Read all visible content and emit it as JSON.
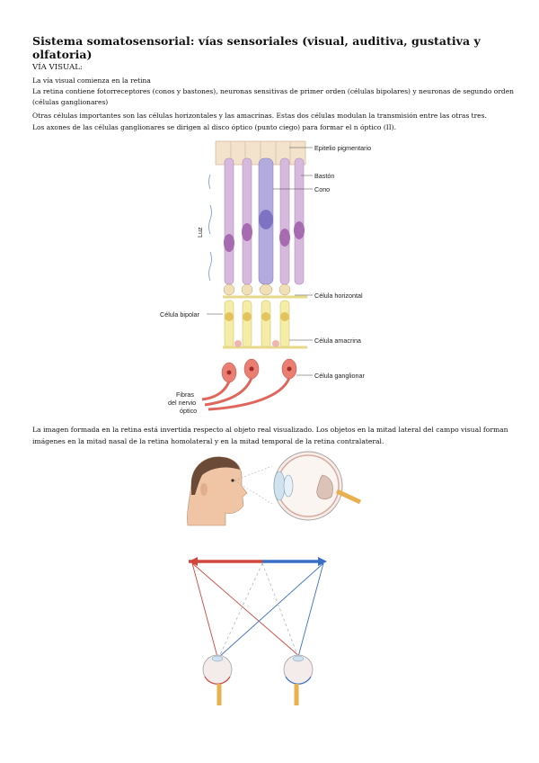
{
  "document": {
    "title": "Sistema somatosensorial: vías sensoriales (visual, auditiva, gustativa y olfatoria)",
    "section_label": "VÍA VISUAL:",
    "paragraphs": [
      "La vía visual comienza en la retina",
      "La retina contiene fotorreceptores (conos y bastones), neuronas sensitivas de primer orden (células bipolares) y neuronas de segundo orden (células ganglionares)",
      "Otras células importantes son las células horizontales y las amacrinas. Estas dos células modulan la transmisión entre las otras tres.",
      "Los axones de las células ganglionares se dirigen al disco óptico (punto ciego) para formar el n óptico (II).",
      "La imagen formada en la retina está invertida respecto al objeto real visualizado. Los objetos en la mitad lateral del campo visual forman imágenes en la mitad nasal de la retina homolateral y en la mitad temporal de la retina contralateral."
    ]
  },
  "retina_figure": {
    "labels": {
      "epithelium": "Epitelio pigmentario",
      "rod": "Bastón",
      "cone": "Cono",
      "light": "Luz",
      "horizontal": "Célula horizontal",
      "bipolar": "Célula bipolar",
      "amacrine": "Célula amacrina",
      "ganglion": "Célula ganglionar",
      "fibers_1": "Fibras",
      "fibers_2": "del nervio",
      "fibers_3": "óptico"
    }
  },
  "colors": {
    "photoreceptor": "#c9a6d4",
    "cone": "#a9a2d6",
    "nucleus": "#9a5fa5",
    "bipolar": "#f3e9a3",
    "ganglion": "#e7746a",
    "field_red": "#d0463a",
    "field_blue": "#3a6fc4"
  }
}
